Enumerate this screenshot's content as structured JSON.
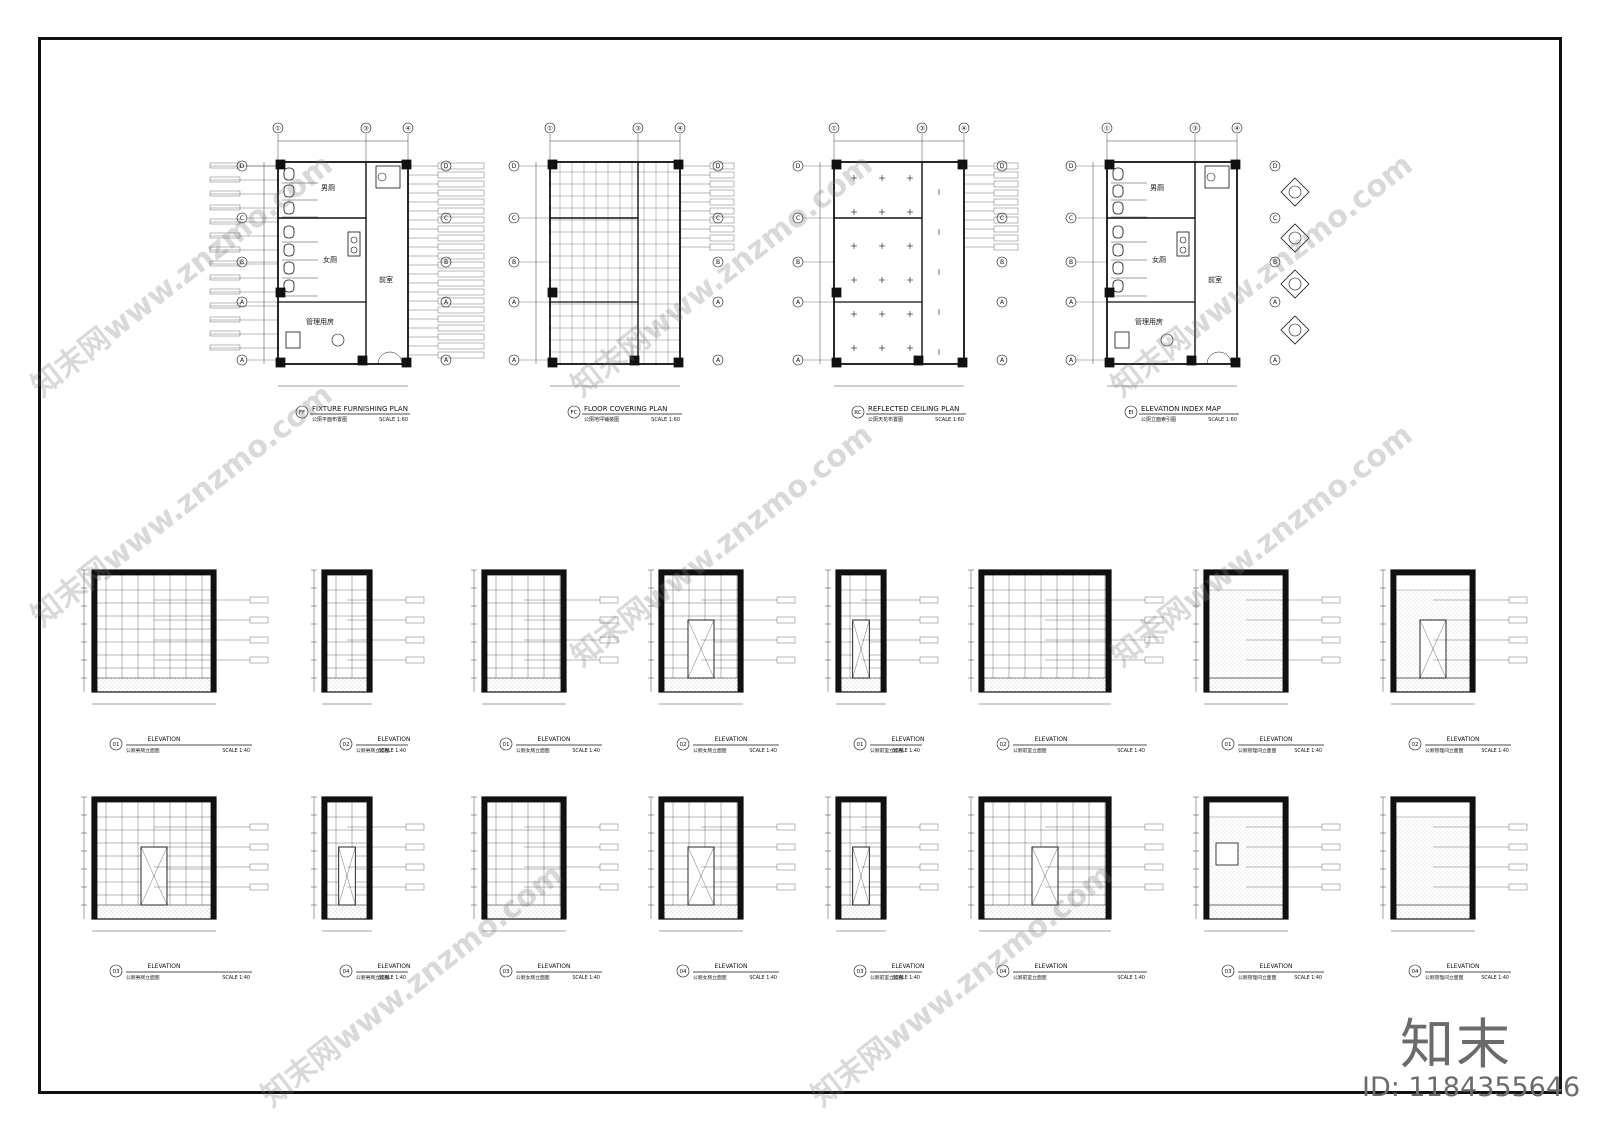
{
  "plans": [
    {
      "id": "plan-furnishing",
      "tag": "FF",
      "title": "FIXTURE FURNISHING PLAN",
      "subtitle": "公厕平面布置图",
      "scale": "SCALE 1:60",
      "rooms": [
        "男厕",
        "女厕",
        "前室",
        "管理用房"
      ]
    },
    {
      "id": "plan-floor",
      "tag": "FC",
      "title": "FLOOR COVERING PLAN",
      "subtitle": "公厕地坪铺装图",
      "scale": "SCALE 1:60",
      "rooms": []
    },
    {
      "id": "plan-ceiling",
      "tag": "RC",
      "title": "REFLECTED CEILING PLAN",
      "subtitle": "公厕天花布置图",
      "scale": "SCALE 1:60",
      "rooms": []
    },
    {
      "id": "plan-index",
      "tag": "EI",
      "title": "ELEVATION INDEX MAP",
      "subtitle": "公厕立面索引图",
      "scale": "SCALE 1:60",
      "rooms": [
        "男厕",
        "女厕",
        "前室",
        "管理用房"
      ]
    }
  ],
  "grid_labels": [
    "①",
    "③",
    "④"
  ],
  "elevation_rows": [
    [
      {
        "tag": "01",
        "title": "ELEVATION",
        "subtitle": "公厕男厕立面图",
        "scale": "SCALE 1:40"
      },
      {
        "tag": "02",
        "title": "ELEVATION",
        "subtitle": "公厕男厕立面图",
        "scale": "SCALE 1:40"
      },
      {
        "tag": "01",
        "title": "ELEVATION",
        "subtitle": "公厕女厕立面图",
        "scale": "SCALE 1:40"
      },
      {
        "tag": "02",
        "title": "ELEVATION",
        "subtitle": "公厕女厕立面图",
        "scale": "SCALE 1:40"
      },
      {
        "tag": "01",
        "title": "ELEVATION",
        "subtitle": "公厕前室立面图",
        "scale": "SCALE 1:40"
      },
      {
        "tag": "02",
        "title": "ELEVATION",
        "subtitle": "公厕前室立面图",
        "scale": "SCALE 1:40"
      },
      {
        "tag": "01",
        "title": "ELEVATION",
        "subtitle": "公厕管理间立面图",
        "scale": "SCALE 1:40"
      },
      {
        "tag": "02",
        "title": "ELEVATION",
        "subtitle": "公厕管理间立面图",
        "scale": "SCALE 1:40"
      }
    ],
    [
      {
        "tag": "03",
        "title": "ELEVATION",
        "subtitle": "公厕男厕立面图",
        "scale": "SCALE 1:40"
      },
      {
        "tag": "04",
        "title": "ELEVATION",
        "subtitle": "公厕男厕立面图",
        "scale": "SCALE 1:40"
      },
      {
        "tag": "03",
        "title": "ELEVATION",
        "subtitle": "公厕女厕立面图",
        "scale": "SCALE 1:40"
      },
      {
        "tag": "04",
        "title": "ELEVATION",
        "subtitle": "公厕女厕立面图",
        "scale": "SCALE 1:40"
      },
      {
        "tag": "03",
        "title": "ELEVATION",
        "subtitle": "公厕前室立面图",
        "scale": "SCALE 1:40"
      },
      {
        "tag": "04",
        "title": "ELEVATION",
        "subtitle": "公厕前室立面图",
        "scale": "SCALE 1:40"
      },
      {
        "tag": "03",
        "title": "ELEVATION",
        "subtitle": "公厕管理间立面图",
        "scale": "SCALE 1:40"
      },
      {
        "tag": "04",
        "title": "ELEVATION",
        "subtitle": "公厕管理间立面图",
        "scale": "SCALE 1:40"
      }
    ]
  ],
  "watermark": {
    "text": "知末网www.znzmo.com",
    "brand": "知末",
    "image_id": "ID: 1184355646"
  }
}
